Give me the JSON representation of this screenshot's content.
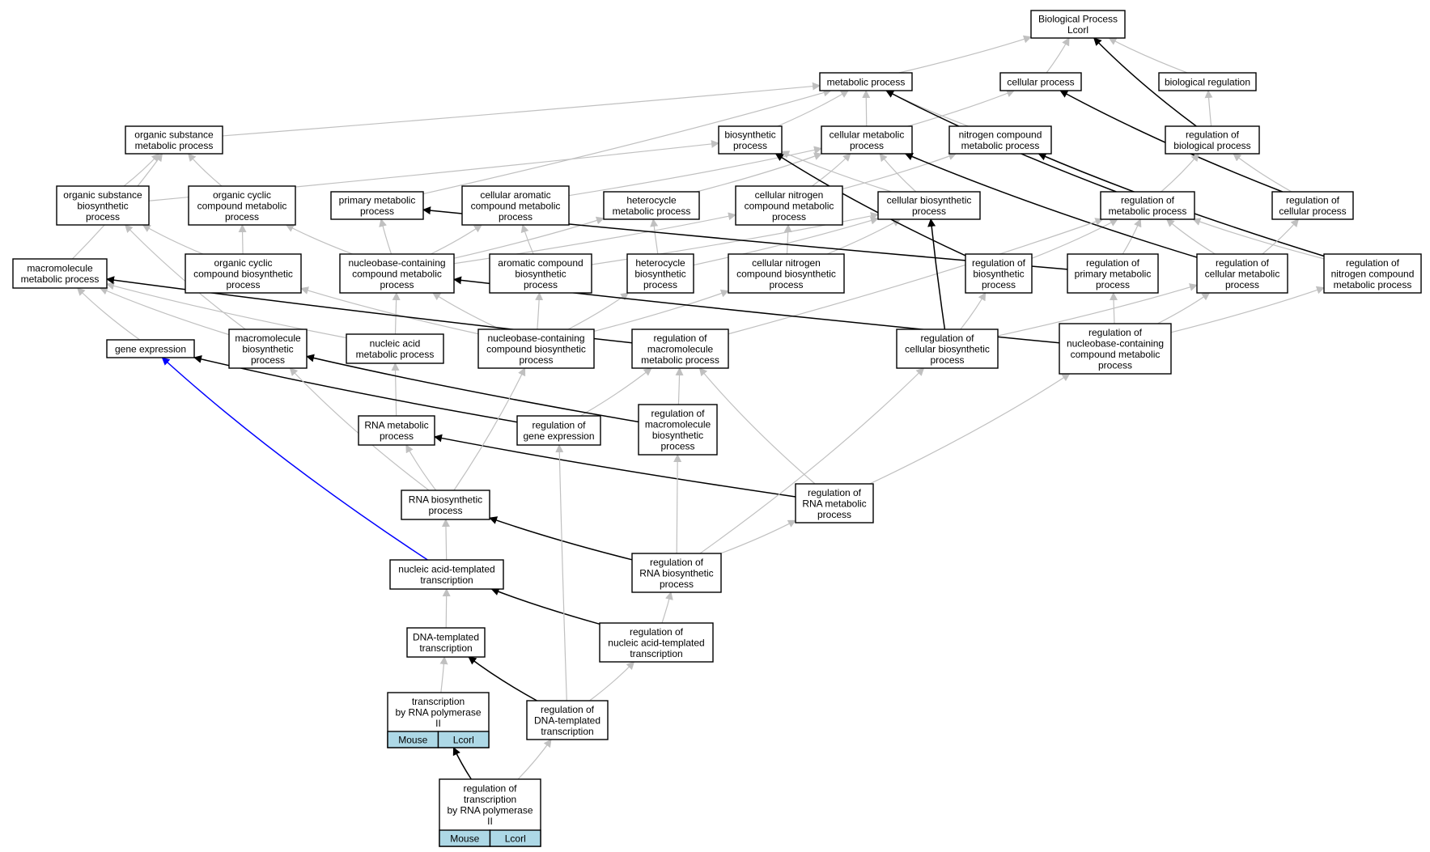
{
  "nodes": [
    {
      "id": "bp",
      "lines": [
        "Biological Process",
        "Lcorl"
      ]
    },
    {
      "id": "mp",
      "lines": [
        "metabolic process"
      ]
    },
    {
      "id": "cp",
      "lines": [
        "cellular process"
      ]
    },
    {
      "id": "br",
      "lines": [
        "biological regulation"
      ]
    },
    {
      "id": "osmp",
      "lines": [
        "organic substance",
        "metabolic process"
      ]
    },
    {
      "id": "bsp",
      "lines": [
        "biosynthetic",
        "process"
      ]
    },
    {
      "id": "cmp",
      "lines": [
        "cellular metabolic",
        "process"
      ]
    },
    {
      "id": "ncmp",
      "lines": [
        "nitrogen compound",
        "metabolic process"
      ]
    },
    {
      "id": "rbp",
      "lines": [
        "regulation of",
        "biological process"
      ]
    },
    {
      "id": "osbp",
      "lines": [
        "organic substance",
        "biosynthetic",
        "process"
      ]
    },
    {
      "id": "occmp",
      "lines": [
        "organic cyclic",
        "compound metabolic",
        "process"
      ]
    },
    {
      "id": "pmp",
      "lines": [
        "primary metabolic",
        "process"
      ]
    },
    {
      "id": "cacmp",
      "lines": [
        "cellular aromatic",
        "compound metabolic",
        "process"
      ]
    },
    {
      "id": "hmp",
      "lines": [
        "heterocycle",
        "metabolic process"
      ]
    },
    {
      "id": "cncmp",
      "lines": [
        "cellular nitrogen",
        "compound metabolic",
        "process"
      ]
    },
    {
      "id": "cbp",
      "lines": [
        "cellular biosynthetic",
        "process"
      ]
    },
    {
      "id": "rmp",
      "lines": [
        "regulation of",
        "metabolic process"
      ]
    },
    {
      "id": "rcp",
      "lines": [
        "regulation of",
        "cellular process"
      ]
    },
    {
      "id": "mmp",
      "lines": [
        "macromolecule",
        "metabolic process"
      ]
    },
    {
      "id": "occbp",
      "lines": [
        "organic cyclic",
        "compound biosynthetic",
        "process"
      ]
    },
    {
      "id": "nccmp",
      "lines": [
        "nucleobase-containing",
        "compound metabolic",
        "process"
      ]
    },
    {
      "id": "acbp",
      "lines": [
        "aromatic compound",
        "biosynthetic",
        "process"
      ]
    },
    {
      "id": "hbp",
      "lines": [
        "heterocycle",
        "biosynthetic",
        "process"
      ]
    },
    {
      "id": "cncbp",
      "lines": [
        "cellular nitrogen",
        "compound biosynthetic",
        "process"
      ]
    },
    {
      "id": "rbsp",
      "lines": [
        "regulation of",
        "biosynthetic",
        "process"
      ]
    },
    {
      "id": "rpmp",
      "lines": [
        "regulation of",
        "primary metabolic",
        "process"
      ]
    },
    {
      "id": "rcmp",
      "lines": [
        "regulation of",
        "cellular metabolic",
        "process"
      ]
    },
    {
      "id": "rncmp",
      "lines": [
        "regulation of",
        "nitrogen compound",
        "metabolic process"
      ]
    },
    {
      "id": "ge",
      "lines": [
        "gene expression"
      ]
    },
    {
      "id": "mbp",
      "lines": [
        "macromolecule",
        "biosynthetic",
        "process"
      ]
    },
    {
      "id": "namp",
      "lines": [
        "nucleic acid",
        "metabolic process"
      ]
    },
    {
      "id": "nccbp",
      "lines": [
        "nucleobase-containing",
        "compound biosynthetic",
        "process"
      ]
    },
    {
      "id": "rmmp",
      "lines": [
        "regulation of",
        "macromolecule",
        "metabolic process"
      ]
    },
    {
      "id": "rcbp",
      "lines": [
        "regulation of",
        "cellular biosynthetic",
        "process"
      ]
    },
    {
      "id": "rnccmp",
      "lines": [
        "regulation of",
        "nucleobase-containing",
        "compound metabolic",
        "process"
      ]
    },
    {
      "id": "rnamp",
      "lines": [
        "RNA metabolic",
        "process"
      ]
    },
    {
      "id": "rge",
      "lines": [
        "regulation of",
        "gene expression"
      ]
    },
    {
      "id": "rmbp",
      "lines": [
        "regulation of",
        "macromolecule",
        "biosynthetic",
        "process"
      ]
    },
    {
      "id": "rrmp",
      "lines": [
        "regulation of",
        "RNA metabolic",
        "process"
      ]
    },
    {
      "id": "rbp2",
      "lines": [
        "RNA biosynthetic",
        "process"
      ]
    },
    {
      "id": "natt",
      "lines": [
        "nucleic acid-templated",
        "transcription"
      ]
    },
    {
      "id": "rrbp",
      "lines": [
        "regulation of",
        "RNA biosynthetic",
        "process"
      ]
    },
    {
      "id": "dtt",
      "lines": [
        "DNA-templated",
        "transcription"
      ]
    },
    {
      "id": "rnatt",
      "lines": [
        "regulation of",
        "nucleic acid-templated",
        "transcription"
      ]
    },
    {
      "id": "tp2",
      "lines": [
        "transcription",
        "by RNA polymerase",
        "II"
      ],
      "tags": [
        "Mouse",
        "Lcorl"
      ]
    },
    {
      "id": "rdtt",
      "lines": [
        "regulation of",
        "DNA-templated",
        "transcription"
      ]
    },
    {
      "id": "rtp2",
      "lines": [
        "regulation of",
        "transcription",
        "by RNA polymerase",
        "II"
      ],
      "tags": [
        "Mouse",
        "Lcorl"
      ]
    }
  ],
  "edges": [
    {
      "from": "mp",
      "to": "bp",
      "color": "gray"
    },
    {
      "from": "cp",
      "to": "bp",
      "color": "gray"
    },
    {
      "from": "br",
      "to": "bp",
      "color": "gray"
    },
    {
      "from": "rbp",
      "to": "bp",
      "color": "black"
    },
    {
      "from": "osmp",
      "to": "mp",
      "color": "gray"
    },
    {
      "from": "bsp",
      "to": "mp",
      "color": "gray"
    },
    {
      "from": "cmp",
      "to": "mp",
      "color": "gray"
    },
    {
      "from": "cmp",
      "to": "cp",
      "color": "gray"
    },
    {
      "from": "ncmp",
      "to": "mp",
      "color": "gray"
    },
    {
      "from": "pmp",
      "to": "mp",
      "color": "gray"
    },
    {
      "from": "rmp",
      "to": "mp",
      "color": "black"
    },
    {
      "from": "rcp",
      "to": "cp",
      "color": "black"
    },
    {
      "from": "rbp",
      "to": "br",
      "color": "gray"
    },
    {
      "from": "osbp",
      "to": "osmp",
      "color": "gray"
    },
    {
      "from": "osbp",
      "to": "bsp",
      "color": "gray"
    },
    {
      "from": "occmp",
      "to": "osmp",
      "color": "gray"
    },
    {
      "from": "cacmp",
      "to": "cmp",
      "color": "gray"
    },
    {
      "from": "hmp",
      "to": "cmp",
      "color": "gray"
    },
    {
      "from": "cncmp",
      "to": "cmp",
      "color": "gray"
    },
    {
      "from": "cncmp",
      "to": "ncmp",
      "color": "gray"
    },
    {
      "from": "cbp",
      "to": "bsp",
      "color": "gray"
    },
    {
      "from": "cbp",
      "to": "cmp",
      "color": "gray"
    },
    {
      "from": "rmp",
      "to": "rbp",
      "color": "gray"
    },
    {
      "from": "rcp",
      "to": "rbp",
      "color": "gray"
    },
    {
      "from": "rncmp",
      "to": "ncmp",
      "color": "black"
    },
    {
      "from": "mmp",
      "to": "osmp",
      "color": "gray"
    },
    {
      "from": "occbp",
      "to": "occmp",
      "color": "gray"
    },
    {
      "from": "occbp",
      "to": "osbp",
      "color": "gray"
    },
    {
      "from": "nccmp",
      "to": "occmp",
      "color": "gray"
    },
    {
      "from": "nccmp",
      "to": "pmp",
      "color": "gray"
    },
    {
      "from": "nccmp",
      "to": "cacmp",
      "color": "gray"
    },
    {
      "from": "nccmp",
      "to": "hmp",
      "color": "gray"
    },
    {
      "from": "nccmp",
      "to": "cncmp",
      "color": "gray"
    },
    {
      "from": "acbp",
      "to": "cacmp",
      "color": "gray"
    },
    {
      "from": "acbp",
      "to": "cbp",
      "color": "gray"
    },
    {
      "from": "hbp",
      "to": "hmp",
      "color": "gray"
    },
    {
      "from": "hbp",
      "to": "cbp",
      "color": "gray"
    },
    {
      "from": "cncbp",
      "to": "cncmp",
      "color": "gray"
    },
    {
      "from": "cncbp",
      "to": "cbp",
      "color": "gray"
    },
    {
      "from": "rbsp",
      "to": "bsp",
      "color": "black"
    },
    {
      "from": "rbsp",
      "to": "rmp",
      "color": "gray"
    },
    {
      "from": "rpmp",
      "to": "pmp",
      "color": "black"
    },
    {
      "from": "rpmp",
      "to": "rmp",
      "color": "gray"
    },
    {
      "from": "rcmp",
      "to": "cmp",
      "color": "black"
    },
    {
      "from": "rcmp",
      "to": "rmp",
      "color": "gray"
    },
    {
      "from": "rcmp",
      "to": "rcp",
      "color": "gray"
    },
    {
      "from": "rncmp",
      "to": "rmp",
      "color": "gray"
    },
    {
      "from": "ge",
      "to": "mmp",
      "color": "gray"
    },
    {
      "from": "mbp",
      "to": "mmp",
      "color": "gray"
    },
    {
      "from": "mbp",
      "to": "osbp",
      "color": "gray"
    },
    {
      "from": "namp",
      "to": "nccmp",
      "color": "gray"
    },
    {
      "from": "namp",
      "to": "mmp",
      "color": "gray"
    },
    {
      "from": "nccbp",
      "to": "nccmp",
      "color": "gray"
    },
    {
      "from": "nccbp",
      "to": "acbp",
      "color": "gray"
    },
    {
      "from": "nccbp",
      "to": "hbp",
      "color": "gray"
    },
    {
      "from": "nccbp",
      "to": "cncbp",
      "color": "gray"
    },
    {
      "from": "nccbp",
      "to": "occbp",
      "color": "gray"
    },
    {
      "from": "rmmp",
      "to": "mmp",
      "color": "black"
    },
    {
      "from": "rmmp",
      "to": "rmp",
      "color": "gray"
    },
    {
      "from": "rcbp",
      "to": "cbp",
      "color": "black"
    },
    {
      "from": "rcbp",
      "to": "rbsp",
      "color": "gray"
    },
    {
      "from": "rcbp",
      "to": "rcmp",
      "color": "gray"
    },
    {
      "from": "rnccmp",
      "to": "nccmp",
      "color": "black"
    },
    {
      "from": "rnccmp",
      "to": "rcmp",
      "color": "gray"
    },
    {
      "from": "rnccmp",
      "to": "rpmp",
      "color": "gray"
    },
    {
      "from": "rnccmp",
      "to": "rncmp",
      "color": "gray"
    },
    {
      "from": "rnamp",
      "to": "namp",
      "color": "gray"
    },
    {
      "from": "rge",
      "to": "ge",
      "color": "black"
    },
    {
      "from": "rge",
      "to": "rmmp",
      "color": "gray"
    },
    {
      "from": "rmbp",
      "to": "mbp",
      "color": "black"
    },
    {
      "from": "rmbp",
      "to": "rmmp",
      "color": "gray"
    },
    {
      "from": "rrmp",
      "to": "rnamp",
      "color": "black"
    },
    {
      "from": "rrmp",
      "to": "rnccmp",
      "color": "gray"
    },
    {
      "from": "rrmp",
      "to": "rmmp",
      "color": "gray"
    },
    {
      "from": "rbp2",
      "to": "rnamp",
      "color": "gray"
    },
    {
      "from": "rbp2",
      "to": "mbp",
      "color": "gray"
    },
    {
      "from": "rbp2",
      "to": "nccbp",
      "color": "gray"
    },
    {
      "from": "natt",
      "to": "rbp2",
      "color": "gray"
    },
    {
      "from": "natt",
      "to": "ge",
      "color": "blue"
    },
    {
      "from": "rrbp",
      "to": "rbp2",
      "color": "black"
    },
    {
      "from": "rrbp",
      "to": "rrmp",
      "color": "gray"
    },
    {
      "from": "rrbp",
      "to": "rcbp",
      "color": "gray"
    },
    {
      "from": "rrbp",
      "to": "rmbp",
      "color": "gray"
    },
    {
      "from": "dtt",
      "to": "natt",
      "color": "gray"
    },
    {
      "from": "rnatt",
      "to": "natt",
      "color": "black"
    },
    {
      "from": "rnatt",
      "to": "rrbp",
      "color": "gray"
    },
    {
      "from": "tp2",
      "to": "dtt",
      "color": "gray"
    },
    {
      "from": "rdtt",
      "to": "dtt",
      "color": "black"
    },
    {
      "from": "rdtt",
      "to": "rnatt",
      "color": "gray"
    },
    {
      "from": "rdtt",
      "to": "rge",
      "color": "gray"
    },
    {
      "from": "rtp2",
      "to": "tp2",
      "color": "black"
    },
    {
      "from": "rtp2",
      "to": "rdtt",
      "color": "gray"
    }
  ],
  "colors": {
    "gray": "#c0c0c0",
    "black": "#000000",
    "blue": "#0000ff",
    "tag_fill": "#add8e6",
    "node_fill": "#ffffff"
  }
}
